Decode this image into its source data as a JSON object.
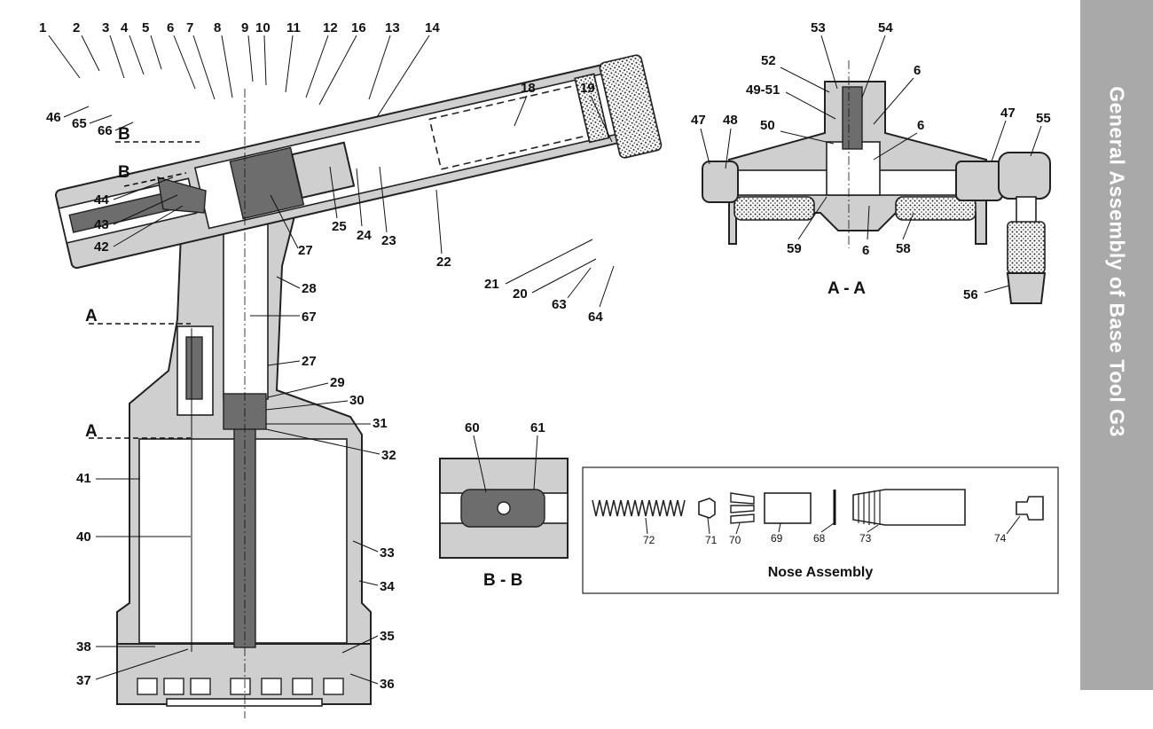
{
  "title": "General Assembly of Base Tool G3",
  "section_labels": {
    "a_top": "A",
    "a_bottom": "A",
    "b_top": "B",
    "b_bottom": "B",
    "aa": "A - A",
    "bb": "B - B"
  },
  "nose_assembly_caption": "Nose Assembly",
  "callouts": {
    "c1": "1",
    "c2": "2",
    "c3": "3",
    "c4": "4",
    "c5": "5",
    "c6": "6",
    "c7": "7",
    "c8": "8",
    "c9": "9",
    "c10": "10",
    "c11": "11",
    "c12": "12",
    "c13": "13",
    "c14": "14",
    "c16": "16",
    "c18": "18",
    "c19": "19",
    "c20": "20",
    "c21": "21",
    "c22": "22",
    "c23": "23",
    "c24": "24",
    "c25": "25",
    "c27a": "27",
    "c27b": "27",
    "c28": "28",
    "c29": "29",
    "c30": "30",
    "c31": "31",
    "c32": "32",
    "c33": "33",
    "c34": "34",
    "c35": "35",
    "c36": "36",
    "c37": "37",
    "c38": "38",
    "c40": "40",
    "c41": "41",
    "c42": "42",
    "c43": "43",
    "c44": "44",
    "c46": "46",
    "c63": "63",
    "c64": "64",
    "c65": "65",
    "c66": "66",
    "c67": "67",
    "aa_53": "53",
    "aa_54": "54",
    "aa_52": "52",
    "aa_6a": "6",
    "aa_4951": "49-51",
    "aa_47a": "47",
    "aa_48": "48",
    "aa_50": "50",
    "aa_6b": "6",
    "aa_47b": "47",
    "aa_55": "55",
    "aa_59": "59",
    "aa_6c": "6",
    "aa_58": "58",
    "aa_56": "56",
    "bb_60": "60",
    "bb_61": "61",
    "na_72": "72",
    "na_71": "71",
    "na_70": "70",
    "na_69": "69",
    "na_68": "68",
    "na_73": "73",
    "na_74": "74"
  },
  "colors": {
    "body_fill": "#cfcfcf",
    "sidebar": "#a9a9a9",
    "sidebar_text": "#ffffff",
    "line": "#111111"
  }
}
